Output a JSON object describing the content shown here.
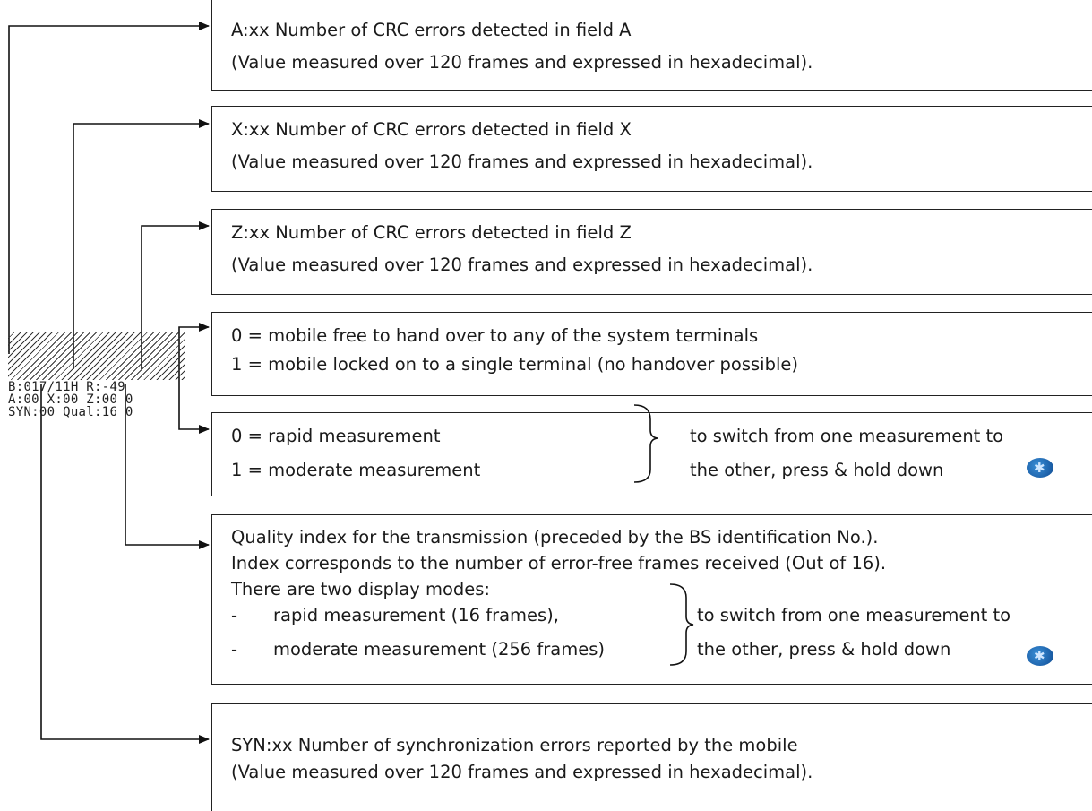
{
  "lcd": {
    "line1": "B:017/11H R:-49",
    "line2": "A:00 X:00 Z:00 0",
    "line3": "SYN:00 Qual:16 0"
  },
  "boxes": {
    "a": {
      "line1": "A:xx Number of CRC errors detected in field A",
      "line2": "(Value measured over 120 frames and expressed in hexadecimal)."
    },
    "x": {
      "line1": "X:xx Number of CRC errors detected in field X",
      "line2": "(Value measured over 120 frames and expressed in hexadecimal)."
    },
    "z": {
      "line1": "Z:xx Number of CRC errors detected in field Z",
      "line2": "(Value measured over 120 frames and expressed in hexadecimal)."
    },
    "handover": {
      "line1": "0 = mobile free to hand over to any of the system terminals",
      "line2": "1 = mobile locked on to a single terminal (no handover possible)"
    },
    "measure": {
      "line1": "0 = rapid measurement",
      "line2": "1 = moderate measurement",
      "note1": "to switch from one measurement to",
      "note2": "the other, press & hold down"
    },
    "quality": {
      "line1": "Quality index for the transmission (preceded by the BS identification No.).",
      "line2": "Index corresponds to the number of error-free frames received (Out of 16).",
      "line3": "There are two display modes:",
      "dash": "-",
      "mode1": "rapid measurement (16 frames),",
      "mode2": "moderate measurement (256 frames)",
      "note1": "to switch from one measurement to",
      "note2": "the other, press & hold down"
    },
    "syn": {
      "line1": "SYN:xx Number of synchronization errors reported by the mobile",
      "line2": "(Value measured over 120 frames and expressed in hexadecimal)."
    }
  },
  "icons": {
    "key": "star-key-icon"
  }
}
